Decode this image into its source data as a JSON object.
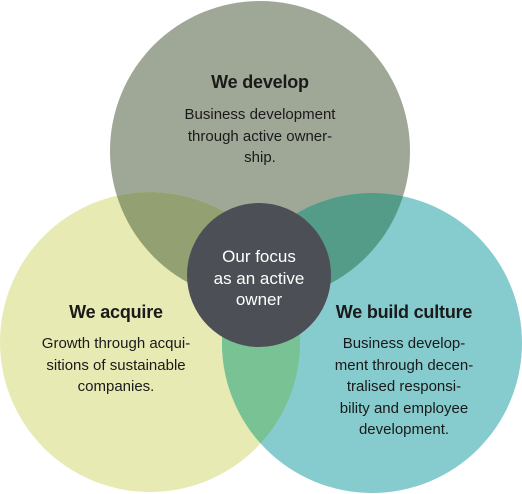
{
  "colors": {
    "develop_circle": "#9fa797",
    "acquire_circle": "#e8eab4",
    "culture_circle": "#86cbce",
    "develop_acquire_overlap": "#92a072",
    "develop_culture_overlap": "#549b88",
    "acquire_culture_overlap": "#78c293",
    "center_circle": "#4c4f55"
  },
  "center": {
    "text": "Our focus\nas an active\nowner"
  },
  "develop": {
    "title": "We develop",
    "description": "Business development\nthrough active owner-\nship."
  },
  "acquire": {
    "title": "We acquire",
    "description": "Growth through acqui-\nsitions of sustainable\ncompanies."
  },
  "culture": {
    "title": "We build culture",
    "description": "Business develop-\nment through decen-\ntralised responsi-\nbility and employee\ndevelopment."
  }
}
